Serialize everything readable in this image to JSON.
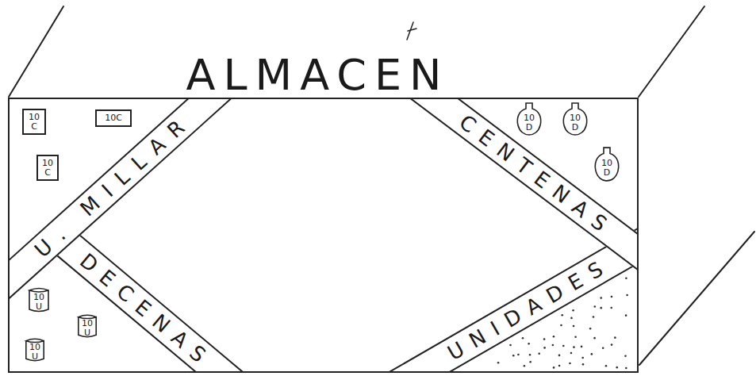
{
  "diagram": {
    "nodes": [
      {
        "text": [
          "ALMACEN"
        ]
      },
      {
        "text": [
          "10 C"
        ],
        "in": 0
      },
      {
        "text": [
          "10C"
        ],
        "in": 0
      },
      {
        "text": [
          "10 C"
        ],
        "in": 0
      },
      {
        "text": [
          "U. MILLAR"
        ],
        "in": 0
      },
      {
        "text": [
          "CENTENAS"
        ],
        "in": 0
      },
      {
        "text": [
          "10 D"
        ],
        "in": 0
      },
      {
        "text": [
          "10 D"
        ],
        "in": 0
      },
      {
        "text": [
          "10 D"
        ],
        "in": 0
      },
      {
        "text": [
          "DECENAS"
        ],
        "in": 0
      },
      {
        "text": [
          "10 U"
        ],
        "in": 0
      },
      {
        "text": [
          "10 U"
        ],
        "in": 0
      },
      {
        "text": [
          "10 U"
        ],
        "in": 0
      },
      {
        "text": [
          "UNIDADES"
        ],
        "in": 0
      }
    ]
  }
}
